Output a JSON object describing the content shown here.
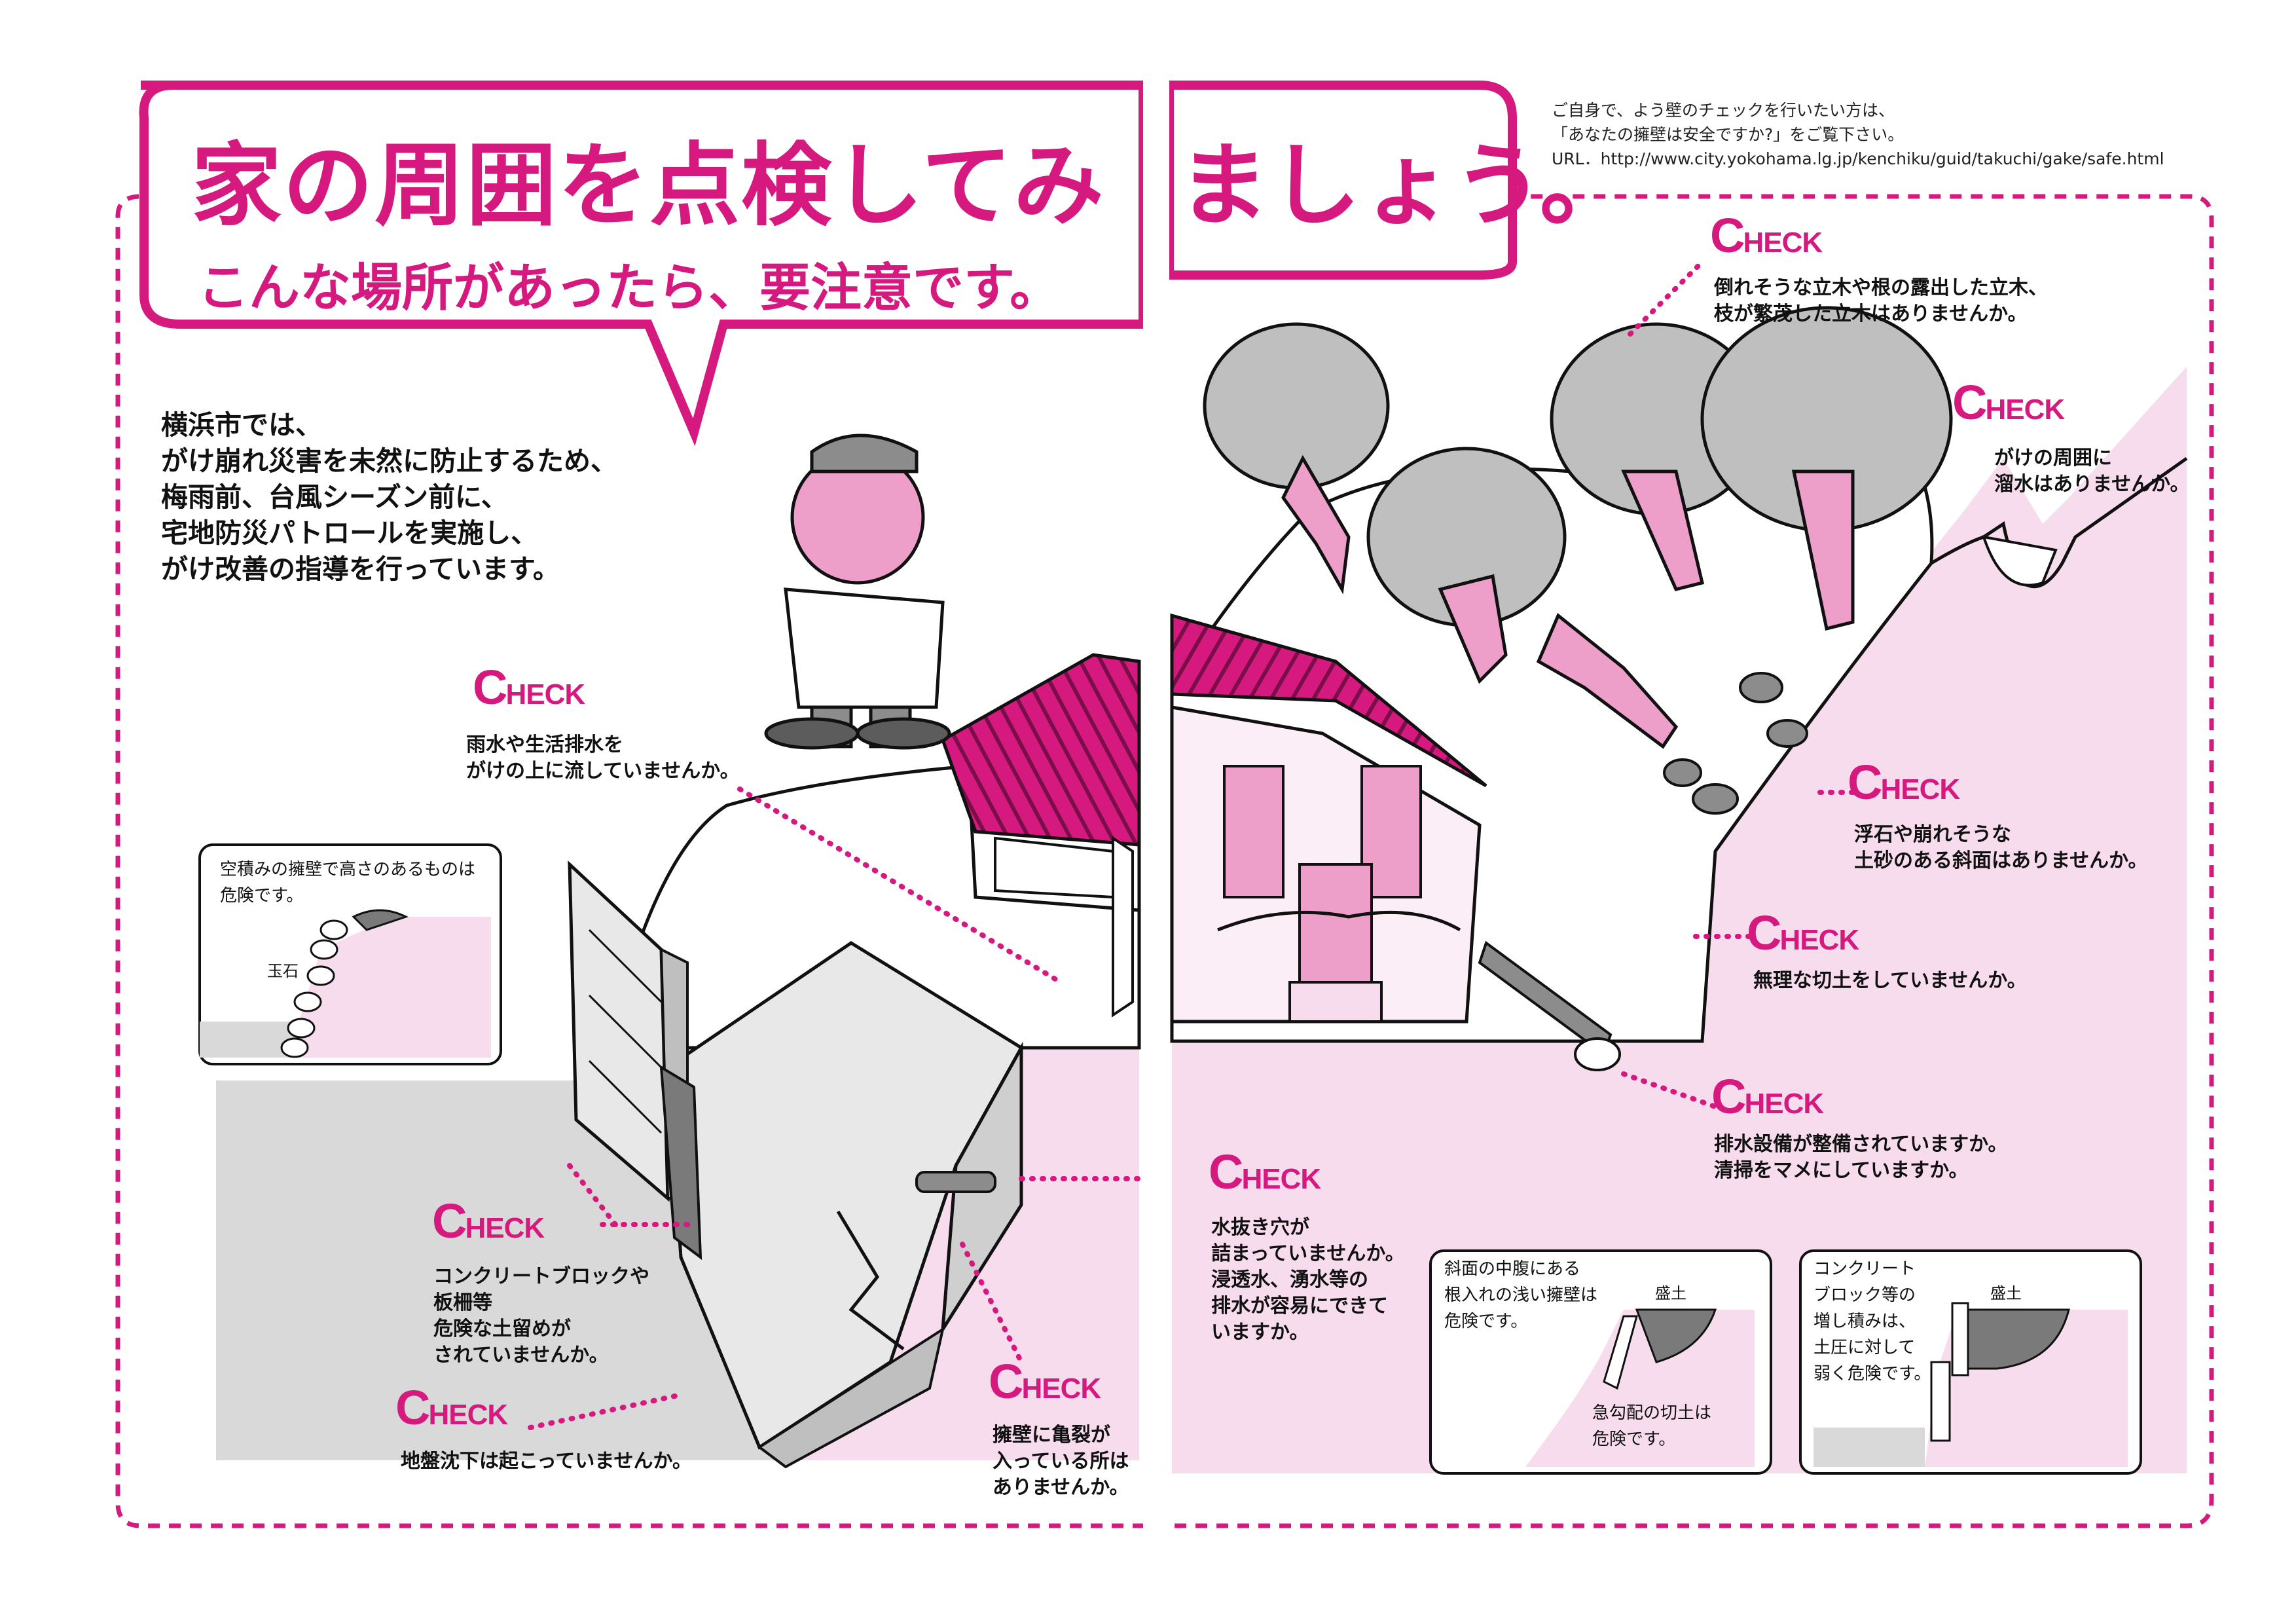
{
  "header": {
    "title_left": "家の周囲を点検してみ",
    "title_right": "ましょう。",
    "subtitle": "こんな場所があったら、要注意です。"
  },
  "intro": {
    "text": "横浜市では、\nがけ崩れ災害を未然に防止するため、\n梅雨前、台風シーズン前に、\n宅地防災パトロールを実施し、\nがけ改善の指導を行っています。"
  },
  "reference": {
    "text": "ご自身で、よう壁のチェックを行いたい方は、\n「あなたの擁壁は安全ですか?」をご覧下さい。\nURL．http://www.city.yokohama.lg.jp/kenchiku/guid/takuchi/gake/safe.html"
  },
  "check_label": {
    "initial": "C",
    "rest": "HECK"
  },
  "checks": {
    "drainage_rain": "雨水や生活排水を\nがけの上に流していませんか。",
    "concrete_block": "コンクリートブロックや\n板柵等\n危険な土留めが\nされていませんか。",
    "subsidence": "地盤沈下は起こっていませんか。",
    "wall_crack": "擁壁に亀裂が\n入っている所は\nありませんか。",
    "weep_holes": "水抜き穴が\n詰まっていませんか。\n浸透水、湧水等の\n排水が容易にできて\nいますか。",
    "trees": "倒れそうな立木や根の露出した立木、\n枝が繁茂した立木はありませんか。",
    "standing_water": "がけの周囲に\n溜水はありませんか。",
    "loose_rocks": "浮石や崩れそうな\n土砂のある斜面はありませんか。",
    "steep_cut": "無理な切土をしていませんか。",
    "drain_facility": "排水設備が整備されていますか。\n清掃をマメにしていますか。"
  },
  "insets": {
    "dry_stone": {
      "text": "空積みの擁壁で高さのあるものは\n危険です。",
      "label": "玉石"
    },
    "shallow_wall": {
      "text": "斜面の中腹にある\n根入れの浅い擁壁は\n危険です。",
      "label_fill": "盛土",
      "label_cut": "急勾配の切土は\n危険です。"
    },
    "stacked_block": {
      "text": "コンクリート\nブロック等の\n増し積みは、\n土圧に対して\n弱く危険です。",
      "label_fill": "盛土"
    }
  },
  "colors": {
    "magenta": "#d6197f",
    "pink_light": "#f6dcec",
    "pink_mid": "#ee9fc9",
    "gray": "#d9d9d9"
  }
}
